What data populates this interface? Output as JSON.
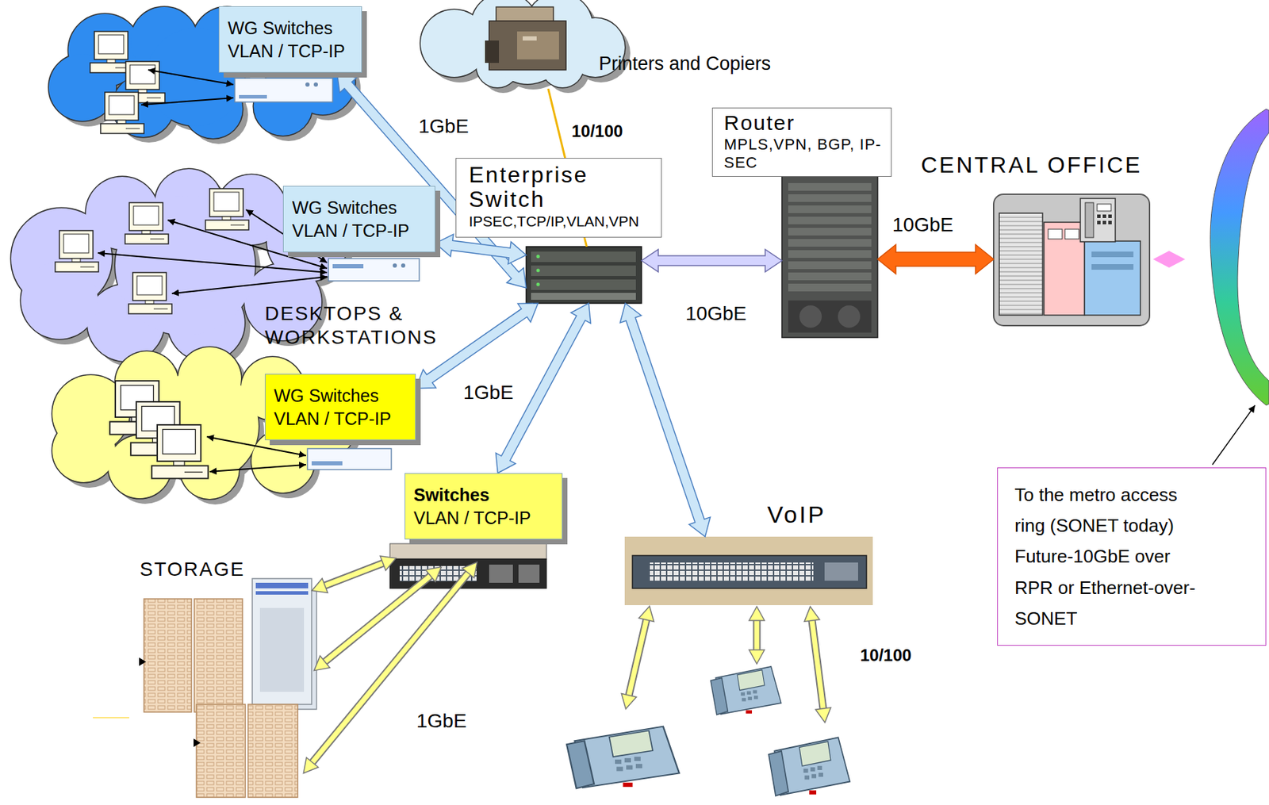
{
  "diagram": {
    "nodes": [
      {
        "text": [
          "WG Switches",
          "VLAN / TCP-IP"
        ]
      },
      {
        "text": [
          "Printers and Copiers"
        ]
      },
      {
        "text": [
          "Enterprise Switch",
          "IPSEC,TCP/IP,VLAN,VPN"
        ]
      },
      {
        "text": [
          "Router",
          "MPLS,VPN, BGP, IP-SEC"
        ]
      },
      {
        "text": [
          "CENTRAL OFFICE"
        ]
      },
      {
        "text": [
          "WG Switches",
          "VLAN / TCP-IP"
        ]
      },
      {
        "text": [
          "WG Switches",
          "VLAN / TCP-IP"
        ]
      },
      {
        "text": [
          "Switches",
          "VLAN / TCP-IP"
        ]
      },
      {
        "text": [
          "VoIP"
        ]
      },
      {
        "text": [
          "To the metro access ring (SONET today) Future-10GbE over RPR or Ethernet-over-SONET"
        ]
      }
    ],
    "edges": [
      {
        "from": 0,
        "to": 2,
        "arrow": "both",
        "label": "1GbE"
      },
      {
        "from": 1,
        "to": 2,
        "arrow": "none",
        "label": "10/100"
      },
      {
        "from": 5,
        "to": 2,
        "arrow": "both"
      },
      {
        "from": 6,
        "to": 2,
        "arrow": "both",
        "label": "1GbE"
      },
      {
        "from": 7,
        "to": 2,
        "arrow": "both"
      },
      {
        "from": 8,
        "to": 2,
        "arrow": "both"
      },
      {
        "from": 2,
        "to": 3,
        "arrow": "both",
        "label": "10GbE"
      },
      {
        "from": 3,
        "to": 4,
        "arrow": "both",
        "label": "10GbE"
      }
    ],
    "labels": [
      "DESKTOPS & WORKSTATIONS",
      "STORAGE",
      "1GbE",
      "10/100"
    ]
  }
}
